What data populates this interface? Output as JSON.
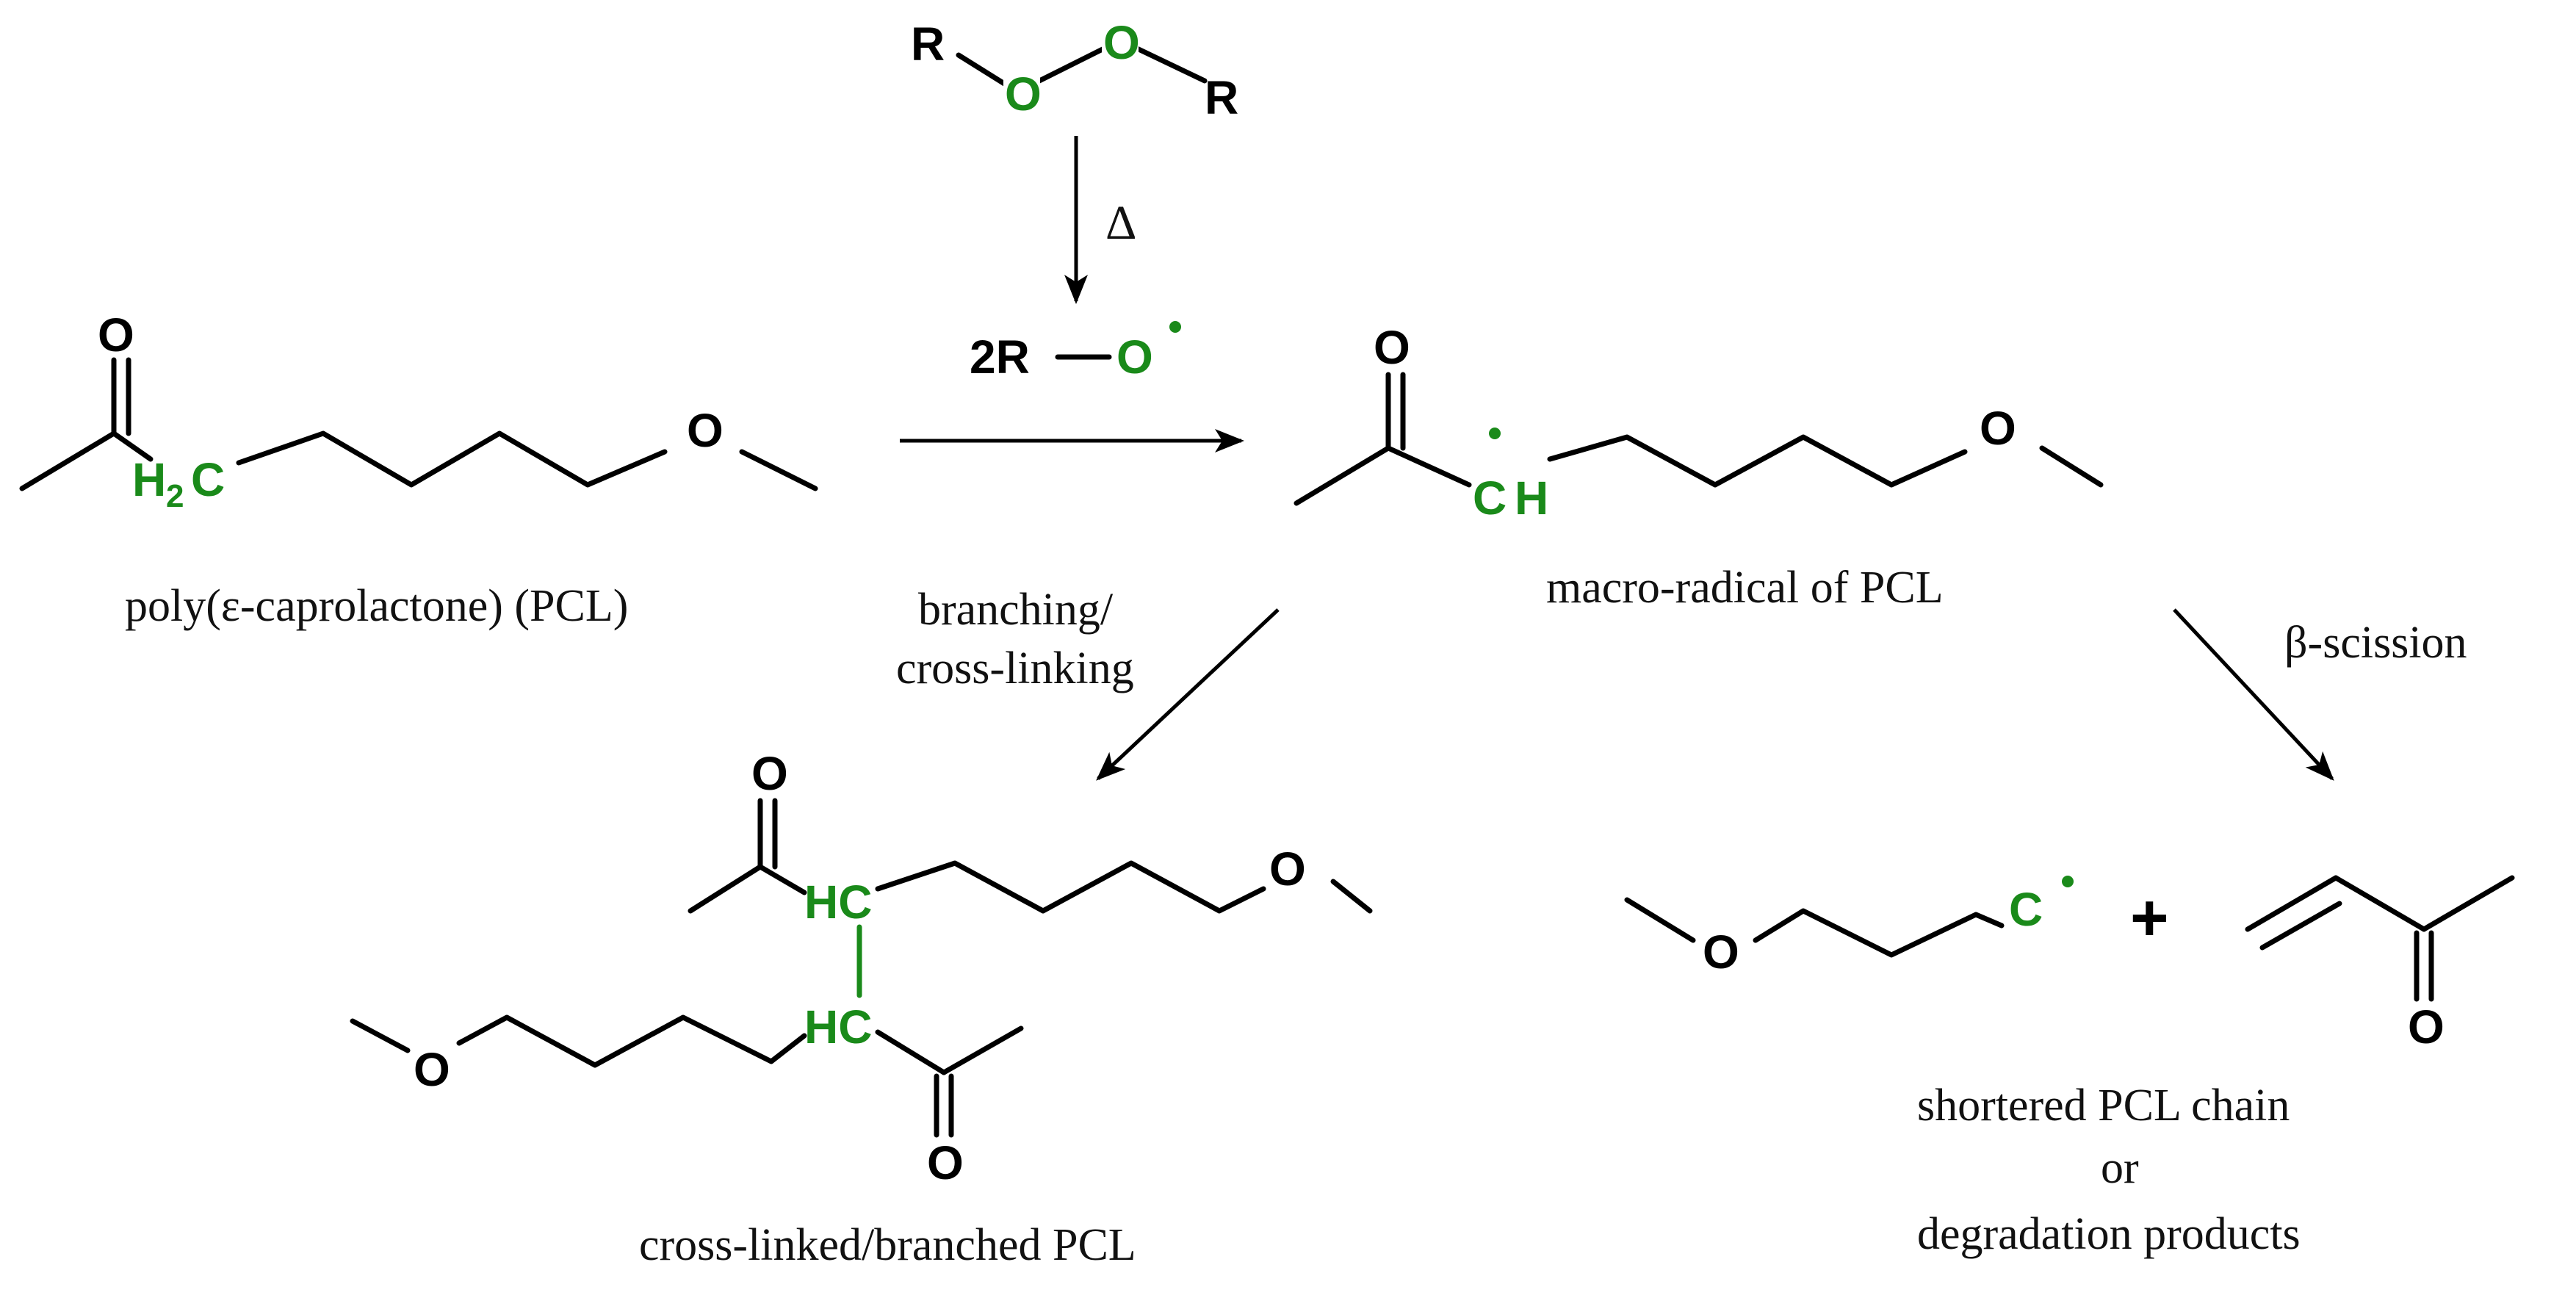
{
  "colors": {
    "highlight": "#1a8a1a",
    "ink": "#000000",
    "background": "#ffffff"
  },
  "peroxide": {
    "r_left": "R",
    "o1": "O",
    "o2": "O",
    "r_right": "R"
  },
  "heat_symbol": "Δ",
  "radical_label": {
    "prefix": "2R",
    "oxygen": "O",
    "dot": "·"
  },
  "pcl": {
    "carbonyl_o": "O",
    "methylene_h": "H",
    "methylene_sub": "2",
    "methylene_c": "C",
    "ester_o": "O",
    "caption": "poly(ε-caprolactone) (PCL)"
  },
  "macro_radical": {
    "carbonyl_o": "O",
    "radical_c": "C",
    "radical_h": "H",
    "ester_o": "O",
    "caption": "macro-radical of PCL"
  },
  "branching_label": {
    "line1": "branching/",
    "line2": "cross-linking"
  },
  "scission_label": "β-scission",
  "crosslinked": {
    "top_o": "O",
    "top_hc": "HC",
    "top_ester_o": "O",
    "bottom_hc": "HC",
    "bottom_o": "O",
    "bottom_ester_o": "O",
    "caption": "cross-linked/branched PCL"
  },
  "products": {
    "ether_o": "O",
    "radical_c": "C",
    "plus": "+",
    "ketone_o": "O",
    "caption_line1": "shortered PCL chain",
    "caption_line2": "or",
    "caption_line3": "degradation products"
  }
}
